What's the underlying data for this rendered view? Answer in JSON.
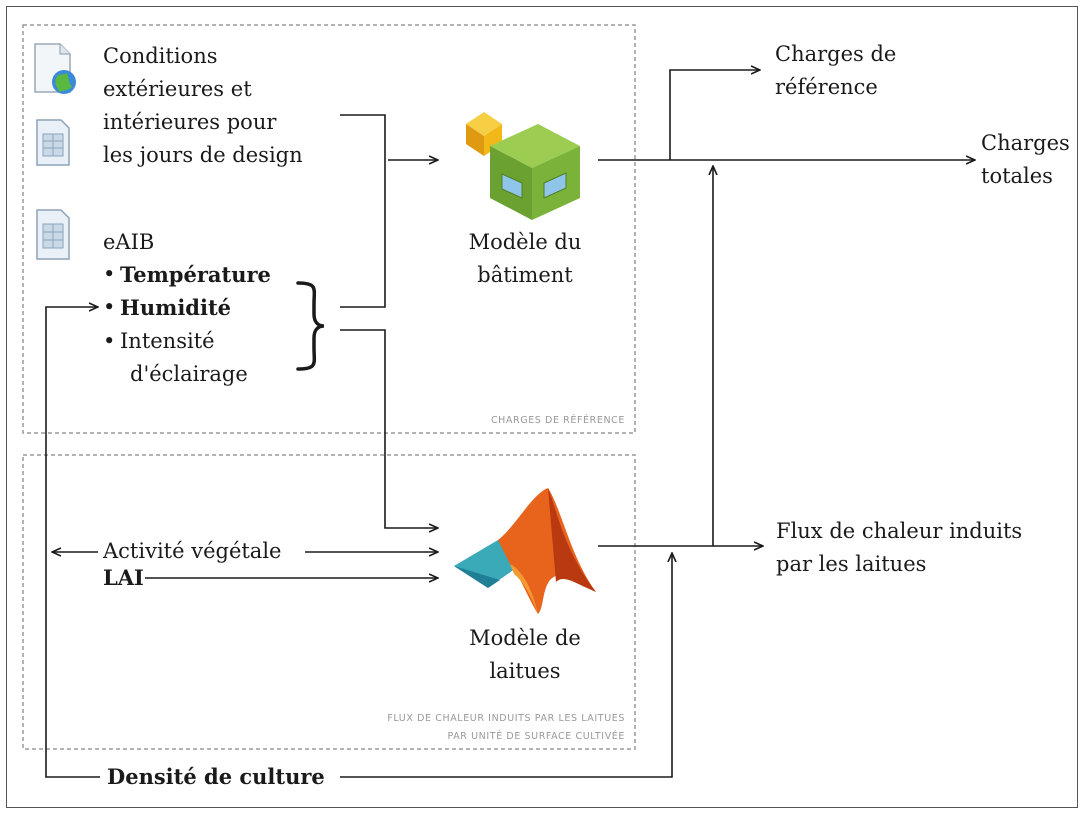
{
  "inputs": {
    "conditions_line1": "Conditions",
    "conditions_line2": "extérieures et",
    "conditions_line3": "intérieures pour",
    "conditions_line4": "les jours de design",
    "eaib": "eAIB",
    "temperature": "Température",
    "humidite": "Humidité",
    "intensite_line1": "Intensité",
    "intensite_line2": "d'éclairage",
    "activite": "Activité végétale",
    "lai": "LAI",
    "densite": "Densité de culture"
  },
  "bullet": "•",
  "models": {
    "building_line1": "Modèle du",
    "building_line2": "bâtiment",
    "lettuce_line1": "Modèle de",
    "lettuce_line2": "laitues"
  },
  "outputs": {
    "charges_ref_line1": "Charges de",
    "charges_ref_line2": "référence",
    "charges_totales_line1": "Charges",
    "charges_totales_line2": "totales",
    "flux_line1": "Flux de chaleur induits",
    "flux_line2": "par les laitues"
  },
  "captions": {
    "top_box": "CHARGES DE RÉFÉRENCE",
    "bottom_box_line1": "FLUX DE CHALEUR INDUITS PAR LES LAITUES",
    "bottom_box_line2": "PAR UNITÉ DE SURFACE CULTIVÉE"
  },
  "icons": {
    "globe_doc": "globe-document-icon",
    "doc1": "document-icon",
    "doc2": "document-icon",
    "building": "building-cube-icon",
    "lettuce": "matlab-surface-icon"
  },
  "colors": {
    "line": "#1a1a1a",
    "dashed": "#9a9a9a",
    "cube_green": "#7ab23a",
    "cube_yellow": "#f2b818",
    "matlab_orange": "#e8631c",
    "matlab_teal": "#3aa9b8"
  }
}
